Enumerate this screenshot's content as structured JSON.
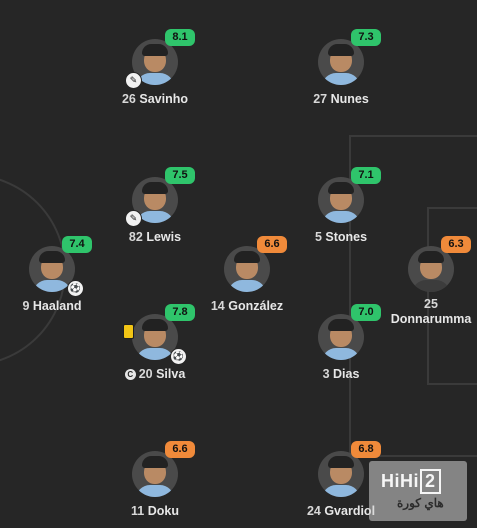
{
  "colors": {
    "background": "#262626",
    "rating_high": "#2fc46b",
    "rating_mid": "#f08a3a",
    "lines": "#3a3a3a"
  },
  "players": [
    {
      "id": "savinho",
      "number": "26",
      "name": "Savinho",
      "rating": "8.1",
      "rating_color": "green",
      "badge": "sub-boot-icon",
      "badge_glyph": "✎"
    },
    {
      "id": "nunes",
      "number": "27",
      "name": "Nunes",
      "rating": "7.3",
      "rating_color": "green"
    },
    {
      "id": "lewis",
      "number": "82",
      "name": "Lewis",
      "rating": "7.5",
      "rating_color": "green",
      "badge": "sub-boot-icon",
      "badge_glyph": "✎"
    },
    {
      "id": "stones",
      "number": "5",
      "name": "Stones",
      "rating": "7.1",
      "rating_color": "green"
    },
    {
      "id": "haaland",
      "number": "9",
      "name": "Haaland",
      "rating": "7.4",
      "rating_color": "green",
      "badge": "football-icon",
      "badge_glyph": "⚽"
    },
    {
      "id": "gonzalez",
      "number": "14",
      "name": "González",
      "rating": "6.6",
      "rating_color": "orange"
    },
    {
      "id": "donnarumma",
      "number": "25",
      "name": "Donnarumma",
      "rating": "6.3",
      "rating_color": "orange"
    },
    {
      "id": "silva",
      "number": "20",
      "name": "Silva",
      "rating": "7.8",
      "rating_color": "green",
      "badge": "football-icon",
      "badge_glyph": "⚽",
      "card": "yellow-card-icon",
      "captain": "C"
    },
    {
      "id": "dias",
      "number": "3",
      "name": "Dias",
      "rating": "7.0",
      "rating_color": "green"
    },
    {
      "id": "doku",
      "number": "11",
      "name": "Doku",
      "rating": "6.6",
      "rating_color": "orange"
    },
    {
      "id": "gvardiol",
      "number": "24",
      "name": "Gvardiol",
      "rating": "6.8",
      "rating_color": "orange"
    }
  ],
  "watermark": {
    "logo_text": "HiHi",
    "logo_digit": "2",
    "subtitle": "هاي كورة"
  }
}
